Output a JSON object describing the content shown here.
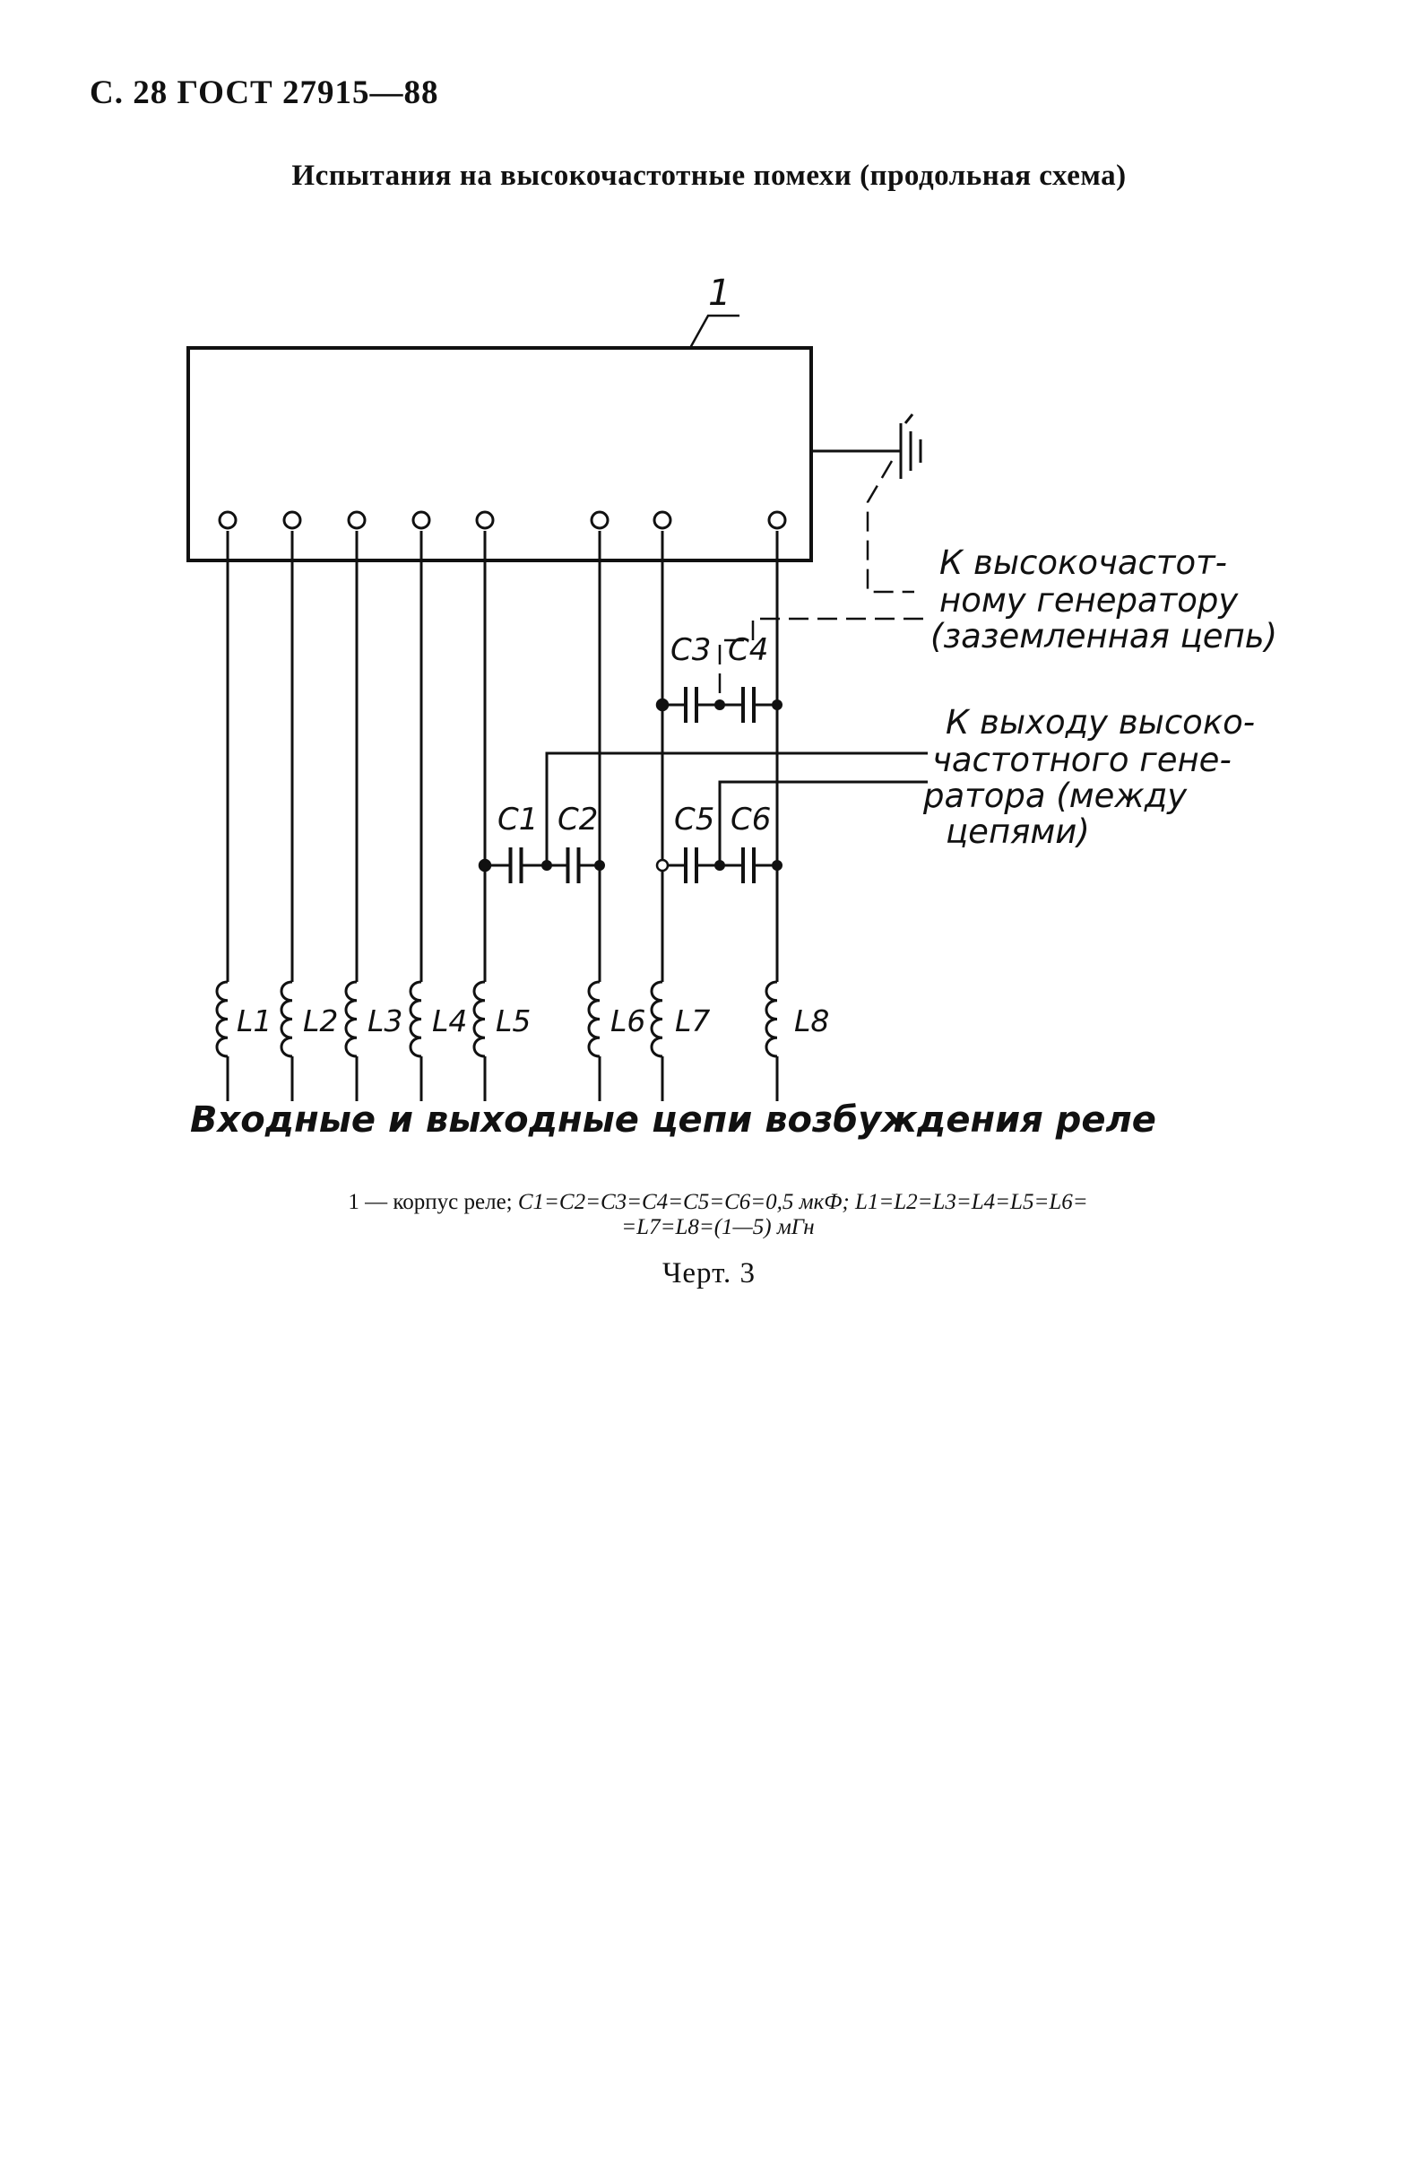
{
  "header": "С. 28 ГОСТ 27915—88",
  "title": "Испытания на высокочастотные помехи (продольная схема)",
  "diagram": {
    "body_label": "1",
    "ground_note": [
      "К высокочастот-",
      "ному генератору",
      "(заземленная цепь)"
    ],
    "output_note": [
      "К выходу высоко-",
      "частотного гене-",
      "ратора (между",
      "цепями)"
    ],
    "capacitors": [
      "C1",
      "C2",
      "C3",
      "C4",
      "C5",
      "C6"
    ],
    "inductors": [
      "L1",
      "L2",
      "L3",
      "L4",
      "L5",
      "L6",
      "L7",
      "L8"
    ],
    "bottom_label": "Входные и выходные цепи возбуждения реле"
  },
  "caption": {
    "line1_a": "1 — корпус реле; ",
    "line1_b": "C1=C2=C3=C4=C5=C6=0,5 мкФ; L1=L2=L3=L4=L5=L6=",
    "line2": "=L7=L8=(1—5) мГн"
  },
  "figure_number": "Черт. 3"
}
